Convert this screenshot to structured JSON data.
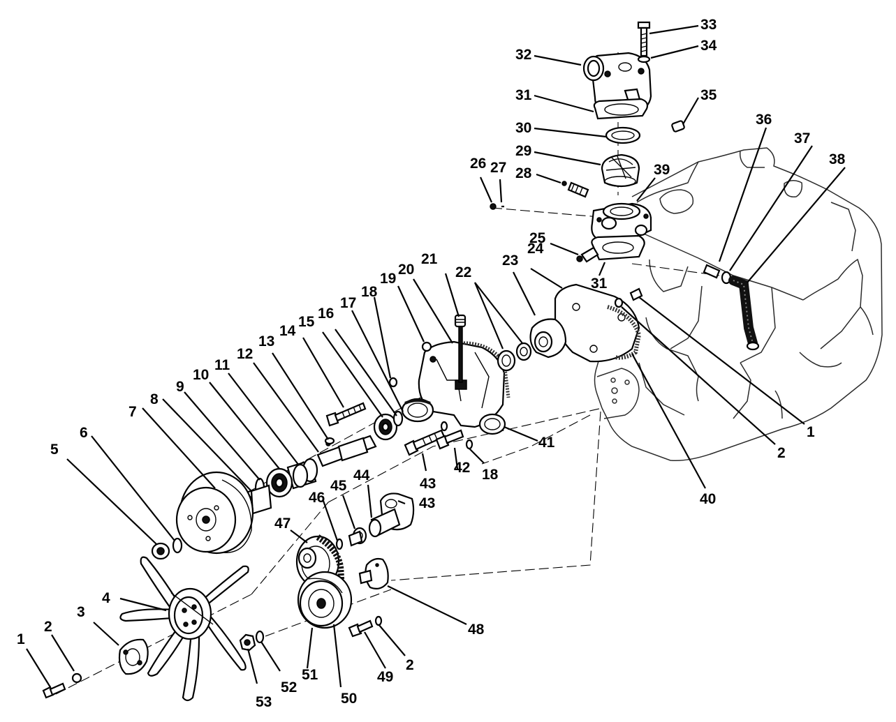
{
  "diagram": {
    "callouts": [
      {
        "id": "c1a",
        "text": "1"
      },
      {
        "id": "c2a",
        "text": "2"
      },
      {
        "id": "c3",
        "text": "3"
      },
      {
        "id": "c4",
        "text": "4"
      },
      {
        "id": "c5",
        "text": "5"
      },
      {
        "id": "c6",
        "text": "6"
      },
      {
        "id": "c7",
        "text": "7"
      },
      {
        "id": "c8",
        "text": "8"
      },
      {
        "id": "c9",
        "text": "9"
      },
      {
        "id": "c10",
        "text": "10"
      },
      {
        "id": "c11",
        "text": "11"
      },
      {
        "id": "c12",
        "text": "12"
      },
      {
        "id": "c13",
        "text": "13"
      },
      {
        "id": "c14",
        "text": "14"
      },
      {
        "id": "c15",
        "text": "15"
      },
      {
        "id": "c16",
        "text": "16"
      },
      {
        "id": "c17",
        "text": "17"
      },
      {
        "id": "c18a",
        "text": "18"
      },
      {
        "id": "c19",
        "text": "19"
      },
      {
        "id": "c20",
        "text": "20"
      },
      {
        "id": "c21",
        "text": "21"
      },
      {
        "id": "c22",
        "text": "22"
      },
      {
        "id": "c23",
        "text": "23"
      },
      {
        "id": "c24",
        "text": "24"
      },
      {
        "id": "c25",
        "text": "25"
      },
      {
        "id": "c26",
        "text": "26"
      },
      {
        "id": "c27",
        "text": "27"
      },
      {
        "id": "c28",
        "text": "28"
      },
      {
        "id": "c29",
        "text": "29"
      },
      {
        "id": "c30",
        "text": "30"
      },
      {
        "id": "c31a",
        "text": "31"
      },
      {
        "id": "c31b",
        "text": "31"
      },
      {
        "id": "c32",
        "text": "32"
      },
      {
        "id": "c33",
        "text": "33"
      },
      {
        "id": "c34",
        "text": "34"
      },
      {
        "id": "c35",
        "text": "35"
      },
      {
        "id": "c36",
        "text": "36"
      },
      {
        "id": "c37",
        "text": "37"
      },
      {
        "id": "c38",
        "text": "38"
      },
      {
        "id": "c39",
        "text": "39"
      },
      {
        "id": "c1b",
        "text": "1"
      },
      {
        "id": "c2b",
        "text": "2"
      },
      {
        "id": "c40",
        "text": "40"
      },
      {
        "id": "c41",
        "text": "41"
      },
      {
        "id": "c18b",
        "text": "18"
      },
      {
        "id": "c42",
        "text": "42"
      },
      {
        "id": "c43a",
        "text": "43"
      },
      {
        "id": "c43b",
        "text": "43"
      },
      {
        "id": "c44",
        "text": "44"
      },
      {
        "id": "c45",
        "text": "45"
      },
      {
        "id": "c46",
        "text": "46"
      },
      {
        "id": "c47",
        "text": "47"
      },
      {
        "id": "c48",
        "text": "48"
      },
      {
        "id": "c49",
        "text": "49"
      },
      {
        "id": "c2c",
        "text": "2"
      },
      {
        "id": "c50",
        "text": "50"
      },
      {
        "id": "c51",
        "text": "51"
      },
      {
        "id": "c52",
        "text": "52"
      },
      {
        "id": "c53",
        "text": "53"
      }
    ]
  }
}
